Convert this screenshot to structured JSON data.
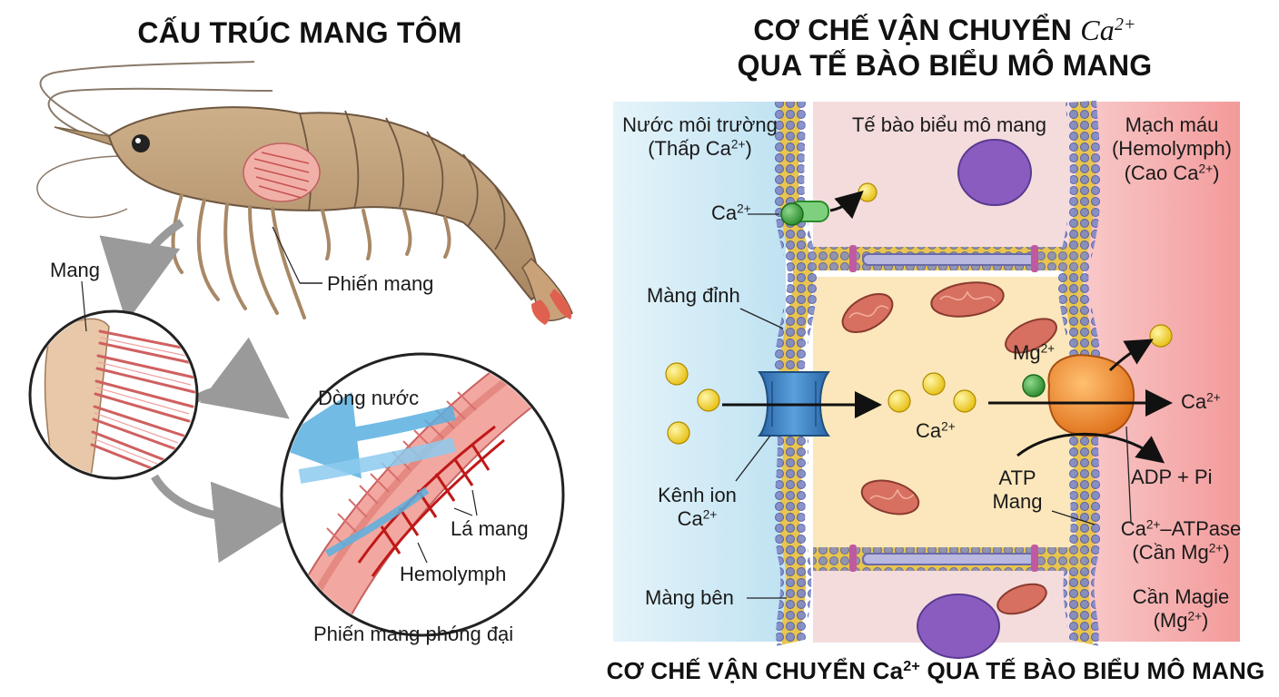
{
  "left": {
    "title": "CẤU TRÚC MANG TÔM",
    "labels": {
      "mang": "Mang",
      "phien_mang": "Phiến mang",
      "dong_nuoc": "Dòng nước",
      "la_mang": "Lá mang",
      "hemolymph": "Hemolymph",
      "phong_dai": "Phiến mang phóng đại"
    }
  },
  "right": {
    "title_line1": "CƠ CHẾ VẬN CHUYỂN",
    "title_ion": "Ca",
    "title_charge": "2+",
    "title_line2": "QUA TẾ BÀO BIỂU MÔ MANG",
    "col_water_1": "Nước môi trường",
    "col_water_2a": "(Thấp Ca",
    "col_water_2b": "2+",
    "col_water_2c": ")",
    "col_cell": "Tế bào biểu mô mang",
    "col_blood_1": "Mạch máu",
    "col_blood_2": "(Hemolymph)",
    "col_blood_3a": "(Cao Ca",
    "col_blood_3b": "2+",
    "col_blood_3c": ")",
    "ca_ion": "Ca",
    "ca_charge": "2+",
    "mg_ion": "Mg",
    "mg_charge": "2+",
    "mang_dinh": "Màng đỉnh",
    "kenh_ion_1": "Kênh ion",
    "kenh_ion_2a": "Ca",
    "kenh_ion_2b": "2+",
    "atp": "ATP",
    "mang": "Mang",
    "adp_pi": "ADP + Pi",
    "atpase_a": "Ca",
    "atpase_b": "2+",
    "atpase_c": "–ATPase",
    "can_mg_a": "(Cần Mg",
    "can_mg_b": "2+",
    "can_mg_c": ")",
    "mang_ben": "Màng bên",
    "can_magie": "Cần Magie",
    "mg_paren_a": "(Mg",
    "mg_paren_b": "2+",
    "mg_paren_c": ")"
  },
  "footer": {
    "a": "CƠ CHẾ VẬN CHUYỂN Ca",
    "b": "2+",
    "c": " QUA TẾ BÀO BIỂU MÔ MANG"
  },
  "colors": {
    "water": "#cfe9f5",
    "blood": "#f5b8b8",
    "cell_top": "#f4dada",
    "cell_mid": "#fbe6b8",
    "membrane": "#e8c450",
    "channel": "#3a7fc0",
    "pump": "#f08a2a",
    "ion_ca": "#f2d22a",
    "ion_mg": "#3a9a3a",
    "nucleus": "#8a5cc0",
    "gill": "#e07878"
  }
}
